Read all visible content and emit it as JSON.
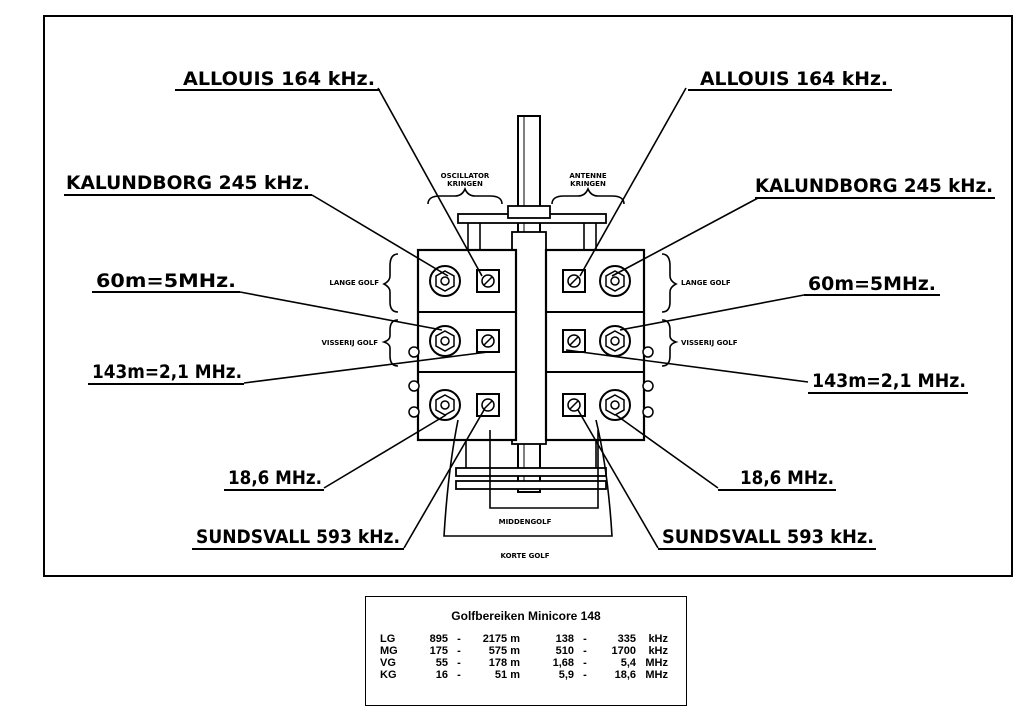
{
  "diagram": {
    "labels": {
      "allouis_left": "ALLOUIS 164 kHz.",
      "allouis_right": "ALLOUIS 164 kHz.",
      "kalundborg_left": "KALUNDBORG 245 kHz.",
      "kalundborg_right": "KALUNDBORG 245 kHz.",
      "m60_left": "60m=5MHz.",
      "m60_right": "60m=5MHz.",
      "m143_left": "143m=2,1 MHz.",
      "m143_right": "143m=2,1 MHz.",
      "mhz186_left": "18,6 MHz.",
      "mhz186_right": "18,6 MHz.",
      "sundsvall_left": "SUNDSVALL 593 kHz.",
      "sundsvall_right": "SUNDSVALL 593 kHz."
    },
    "small": {
      "oscillator_1": "OSCILLATOR",
      "oscillator_2": "KRINGEN",
      "antenne_1": "ANTENNE",
      "antenne_2": "KRINGEN",
      "lange_left": "LANGE GOLF",
      "lange_right": "LANGE GOLF",
      "visserij_left": "VISSERIJ GOLF",
      "visserij_right": "VISSERIJ GOLF",
      "middengolf": "MIDDENGOLF",
      "korte": "KORTE GOLF"
    }
  },
  "table": {
    "title": "Golfbereiken Minicore 148",
    "rows": [
      {
        "band": "LG",
        "w_lo": "895",
        "w_hi": "2175 m",
        "f_lo": "138",
        "f_hi": "335",
        "unit": "kHz"
      },
      {
        "band": "MG",
        "w_lo": "175",
        "w_hi": "575 m",
        "f_lo": "510",
        "f_hi": "1700",
        "unit": "kHz"
      },
      {
        "band": "VG",
        "w_lo": "55",
        "w_hi": "178 m",
        "f_lo": "1,68",
        "f_hi": "5,4",
        "unit": "MHz"
      },
      {
        "band": "KG",
        "w_lo": "16",
        "w_hi": "51 m",
        "f_lo": "5,9",
        "f_hi": "18,6",
        "unit": "MHz"
      }
    ]
  }
}
